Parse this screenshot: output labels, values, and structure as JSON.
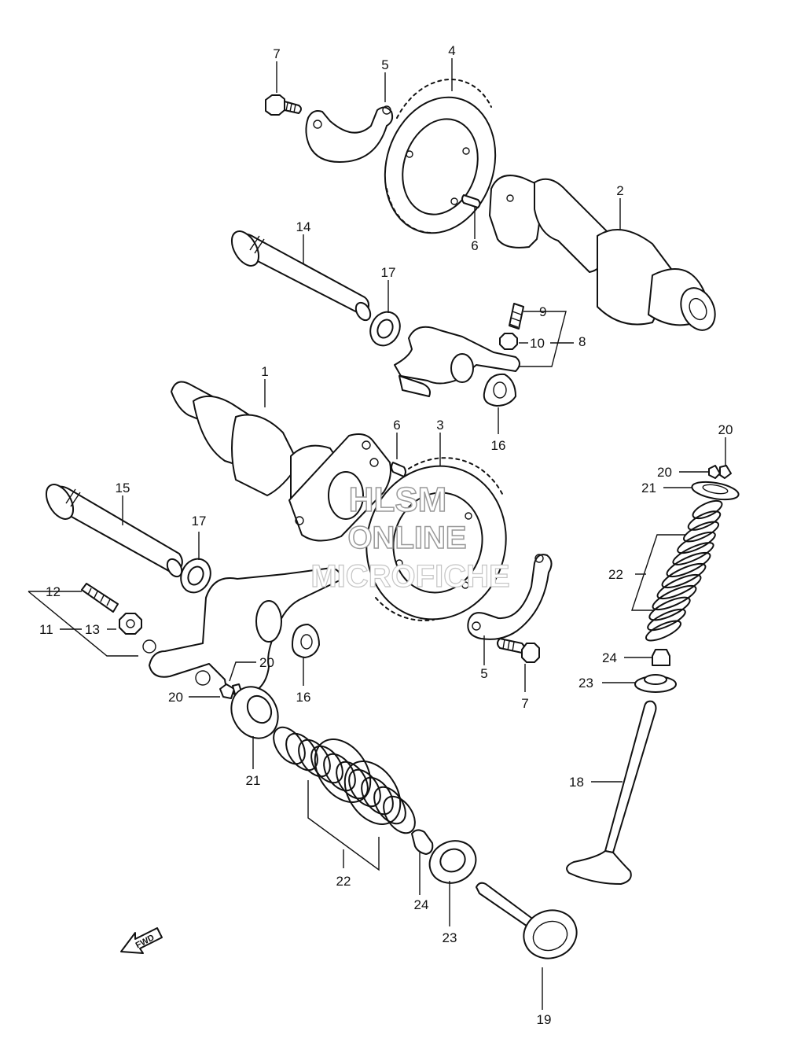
{
  "watermark": {
    "line1": "HLSM",
    "line2": "ONLINE",
    "line3": "MICROFICHE"
  },
  "fwd_arrow": {
    "label": "FWD"
  },
  "callouts": {
    "c7a": "7",
    "c5a": "5",
    "c4": "4",
    "c2": "2",
    "c6a": "6",
    "c14": "14",
    "c17a": "17",
    "c9": "9",
    "c10": "10",
    "c8": "8",
    "c16a": "16",
    "c1": "1",
    "c6b": "6",
    "c3": "3",
    "c15": "15",
    "c17b": "17",
    "c12": "12",
    "c11": "11",
    "c13": "13",
    "c20a": "20",
    "c20b": "20",
    "c16b": "16",
    "c5b": "5",
    "c7b": "7",
    "c21a": "21",
    "c22a": "22",
    "c24a": "24",
    "c23a": "23",
    "c19": "19",
    "c20c": "20",
    "c20d": "20",
    "c21b": "21",
    "c22b": "22",
    "c24b": "24",
    "c23b": "23",
    "c18": "18"
  }
}
